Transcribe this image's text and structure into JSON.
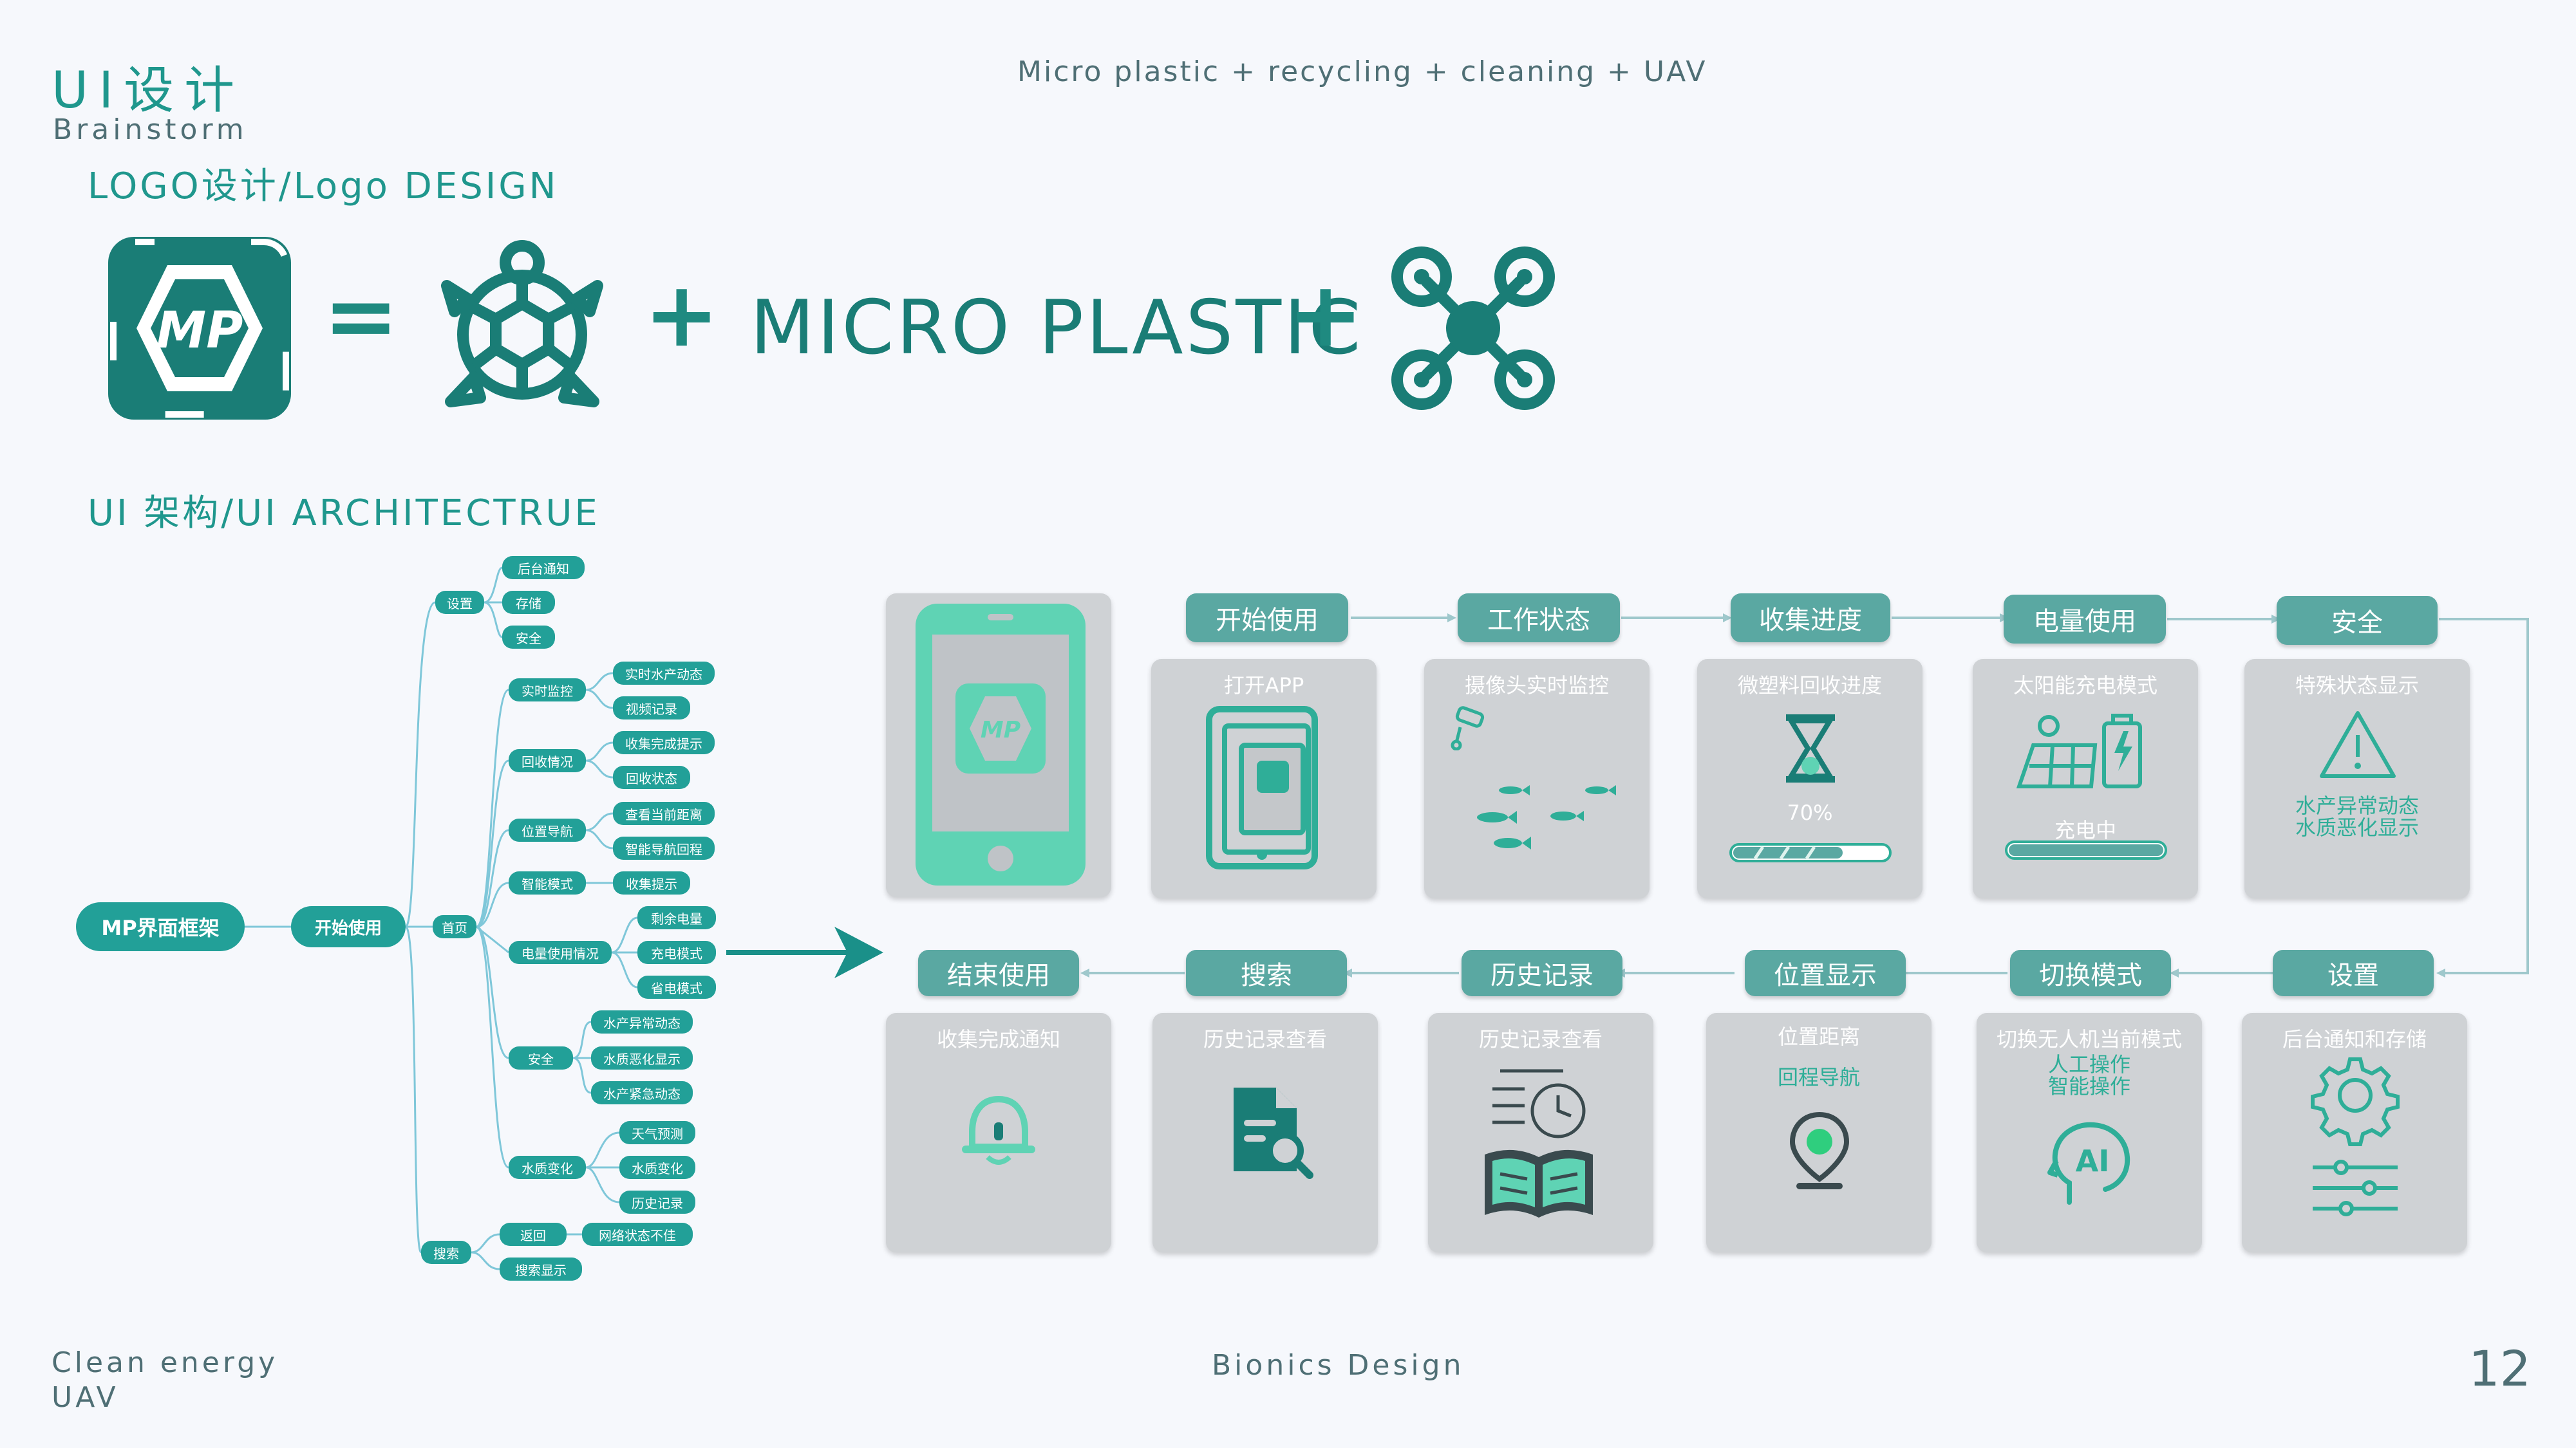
{
  "header": {
    "title": "UI设计",
    "subtitle": "Brainstorm",
    "center": "Micro plastic + recycling + cleaning + UAV"
  },
  "logo_section": {
    "title": "LOGO设计/Logo DESIGN",
    "logo_text": "MP",
    "equals": "=",
    "plus": "+",
    "micro_plastic": "MICRO PLASTIC"
  },
  "arch_section": {
    "title": "UI 架构/UI ARCHITECTRUE"
  },
  "mindmap": {
    "root": "MP界面框架",
    "level1": "开始使用",
    "level2": [
      "设置",
      "首页",
      "搜索"
    ],
    "settings": [
      "后台通知",
      "存储",
      "安全"
    ],
    "home": [
      "实时监控",
      "回收情况",
      "位置导航",
      "智能模式",
      "电量使用情况",
      "安全",
      "水质变化"
    ],
    "monitor": [
      "实时水产动态",
      "视频记录"
    ],
    "recycle": [
      "收集完成提示",
      "回收状态"
    ],
    "location": [
      "查看当前距离",
      "智能导航回程"
    ],
    "smart": [
      "收集提示"
    ],
    "power": [
      "剩余电量",
      "充电模式",
      "省电模式"
    ],
    "safety": [
      "水产异常动态",
      "水质恶化显示",
      "水产紧急动态"
    ],
    "water": [
      "天气预测",
      "水质变化",
      "历史记录"
    ],
    "search": [
      "返回",
      "搜索显示"
    ],
    "back": [
      "网络状态不佳"
    ]
  },
  "flow": {
    "top": [
      {
        "tag": "开始使用",
        "title": "打开APP"
      },
      {
        "tag": "工作状态",
        "title": "摄像头实时监控"
      },
      {
        "tag": "收集进度",
        "title": "微塑料回收进度",
        "value": "70%"
      },
      {
        "tag": "电量使用",
        "title": "太阳能充电模式",
        "value": "充电中"
      },
      {
        "tag": "安全",
        "title": "特殊状态显示",
        "lines": [
          "水产异常动态",
          "水质恶化显示"
        ]
      }
    ],
    "bottom": [
      {
        "tag": "结束使用",
        "title": "收集完成通知"
      },
      {
        "tag": "搜索",
        "title": "历史记录查看"
      },
      {
        "tag": "历史记录",
        "title": "历史记录查看"
      },
      {
        "tag": "位置显示",
        "title": "位置距离",
        "lines": [
          "回程导航"
        ]
      },
      {
        "tag": "切换模式",
        "title": "切换无人机当前模式",
        "lines": [
          "人工操作",
          "智能操作"
        ]
      },
      {
        "tag": "设置",
        "title": "后台通知和存储"
      }
    ]
  },
  "footer": {
    "left_line1": "Clean energy",
    "left_line2": "UAV",
    "center": "Bionics Design",
    "page": "12"
  },
  "colors": {
    "teal": "#1f978d",
    "tag": "#5aa8a2",
    "card": "#cfd2d5",
    "background": "#f6f8fc",
    "accent_green": "#5fd3b4"
  }
}
